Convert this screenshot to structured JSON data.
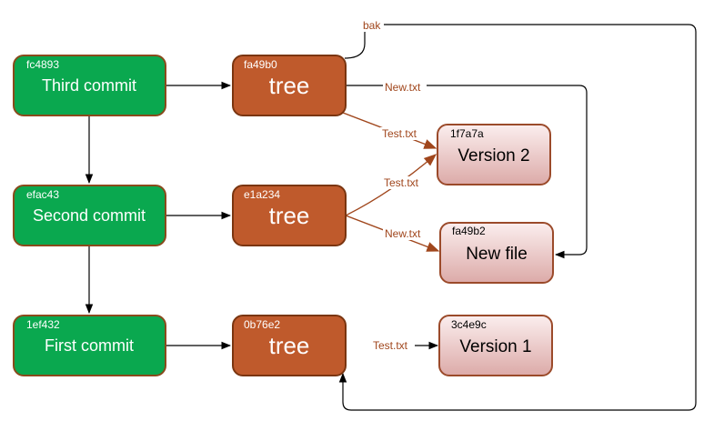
{
  "colors": {
    "commit_fill": "#0aa84f",
    "commit_stroke": "#8a4a1c",
    "tree_fill": "#bf5a2c",
    "tree_stroke": "#7a3510",
    "blob_fill_top": "#fbeeee",
    "blob_fill_bottom": "#dcaaa8",
    "blob_stroke": "#9b4a2a",
    "edge_brown": "#a0461c",
    "edge_black": "#000000"
  },
  "commits": [
    {
      "hash": "fc4893",
      "label": "Third commit"
    },
    {
      "hash": "efac43",
      "label": "Second commit"
    },
    {
      "hash": "1ef432",
      "label": "First commit"
    }
  ],
  "trees": [
    {
      "hash": "fa49b0",
      "label": "tree"
    },
    {
      "hash": "e1a234",
      "label": "tree"
    },
    {
      "hash": "0b76e2",
      "label": "tree"
    }
  ],
  "blobs": [
    {
      "hash": "1f7a7a",
      "label": "Version 2"
    },
    {
      "hash": "fa49b2",
      "label": "New file"
    },
    {
      "hash": "3c4e9c",
      "label": "Version 1"
    }
  ],
  "edge_labels": {
    "bak": "bak",
    "new_txt_top": "New.txt",
    "test_txt_top": "Test.txt",
    "test_txt_mid": "Test.txt",
    "new_txt_mid": "New.txt",
    "test_txt_bottom": "Test.txt"
  }
}
